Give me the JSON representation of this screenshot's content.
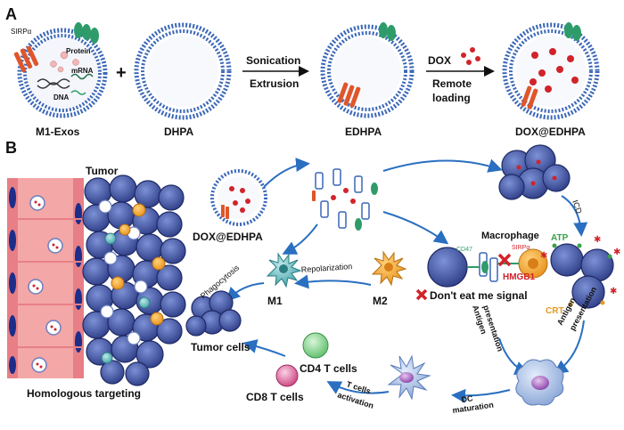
{
  "panel_a": {
    "letter": "A",
    "m1_exos": {
      "title": "M1-Exos",
      "sirpa": "SIRPα",
      "protein": "Protein",
      "mrna": "mRNA",
      "dna": "DNA"
    },
    "plus": "+",
    "dhpa": "DHPA",
    "step1_top": "Sonication",
    "step1_bottom": "Extrusion",
    "edhpa": "EDHPA",
    "dox": "DOX",
    "step2_top": "Remote",
    "step2_bottom": "loading",
    "dox_edhpa": "DOX@EDHPA"
  },
  "panel_b": {
    "letter": "B",
    "tumor": "Tumor",
    "homologous_targeting": "Homologous targeting",
    "dox_edhpa": "DOX@EDHPA",
    "phagocytosis": "Phagocytosis",
    "repolarization": "Repolarization",
    "m1": "M1",
    "m2": "M2",
    "tumor_cells": "Tumor cells",
    "macrophage": "Macrophage",
    "cd47": "CD47",
    "sirpa": "SIRPα",
    "dont_eat_me": "Don't eat me signal",
    "icd": "ICD",
    "atp": "ATP",
    "hmgb1": "HMGB1",
    "crt": "CRT",
    "antigen_presentation_1_a": "Antigen",
    "antigen_presentation_1_b": "presentation",
    "antigen_presentation_2_a": "Antigen",
    "antigen_presentation_2_b": "presentation",
    "cd4": "CD4 T cells",
    "cd8": "CD8 T cells",
    "t_cells_activation_a": "T cells",
    "t_cells_activation_b": "activation",
    "dc_maturation_a": "DC",
    "dc_maturation_b": "maturation"
  },
  "colors": {
    "arrow_blue": "#2a6fc0",
    "membrane_blue": "#3a67b8",
    "tumor_blue": "#3c4f9c",
    "drug_red": "#d2232a",
    "protein_green": "#2e9c6a",
    "vessel_pink": "#f3a7a7",
    "hmgb1_red": "#d2232a",
    "atp_green": "#3aa14a",
    "crt_orange": "#e69a1e",
    "m2_orange": "#f0a12f",
    "m1_teal": "#4fb1b6"
  }
}
